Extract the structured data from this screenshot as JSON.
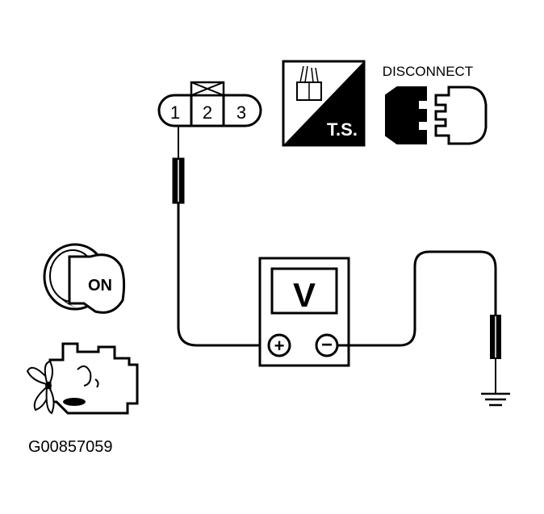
{
  "connector": {
    "pins": [
      "1",
      "2",
      "3"
    ],
    "unused_pin": "2"
  },
  "ts_badge": {
    "label": "T.S."
  },
  "disconnect": {
    "label": "DISCONNECT"
  },
  "ignition": {
    "label": "ON"
  },
  "meter": {
    "symbol": "V",
    "positive": "+",
    "negative": "−"
  },
  "figure_id": "G00857059",
  "colors": {
    "ink": "#000000",
    "paper": "#ffffff"
  }
}
